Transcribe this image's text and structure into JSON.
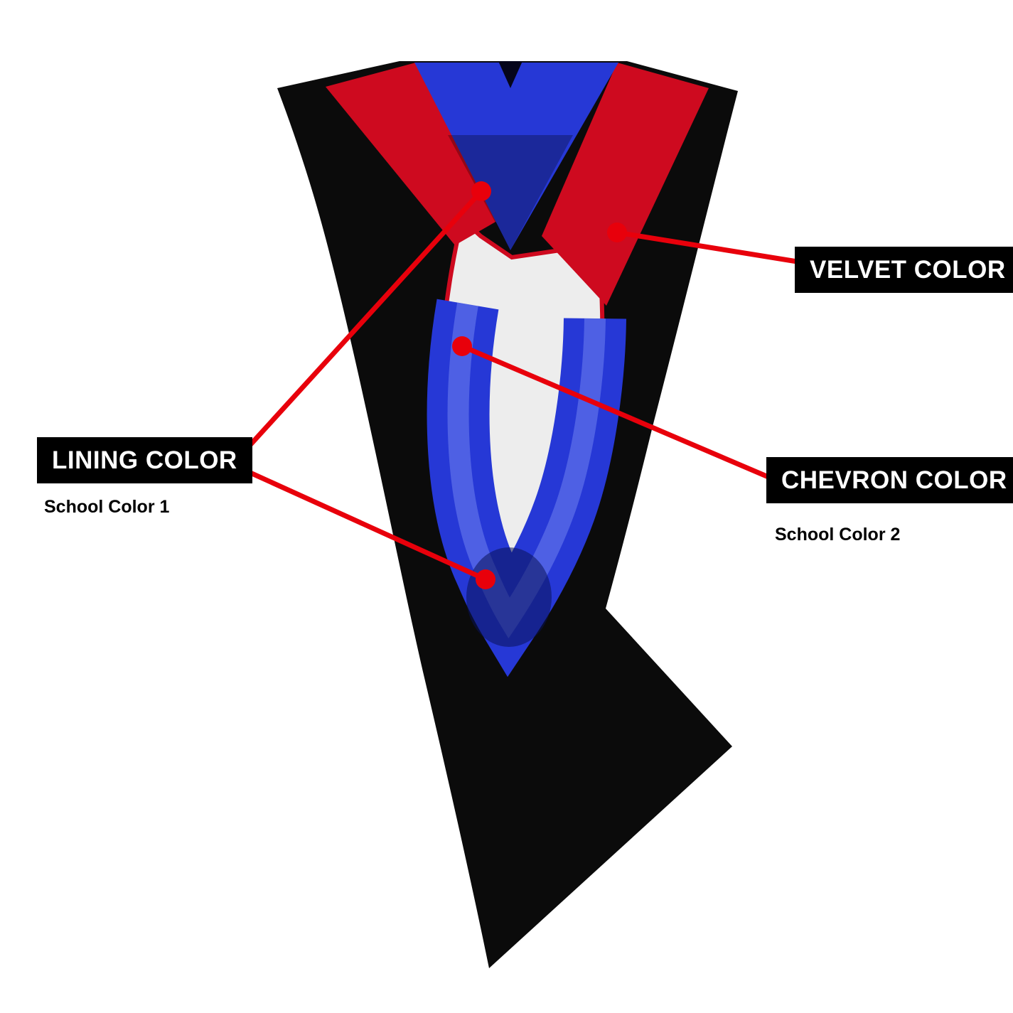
{
  "page": {
    "background_color": "#ffffff"
  },
  "hood": {
    "shell_color": "#0b0b0b",
    "velvet_color": "#ce0a1f",
    "lining_color": "#2638d6",
    "chevron_color": "#ededed"
  },
  "annotations": {
    "accent_color": "#e8000b",
    "label_bg_color": "#000000",
    "label_text_color": "#ffffff",
    "velvet": {
      "label": "VELVET COLOR"
    },
    "lining": {
      "label": "LINING COLOR",
      "sublabel": "School Color 1"
    },
    "chevron": {
      "label": "CHEVRON COLOR",
      "sublabel": "School Color 2"
    }
  }
}
